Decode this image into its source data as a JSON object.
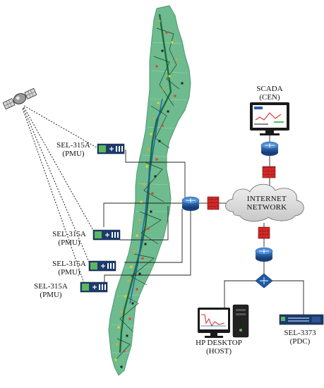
{
  "devices": {
    "pmu_1": {
      "model": "SEL-315A",
      "role": "(PMU)"
    },
    "pmu_2": {
      "model": "SEL-315A",
      "role": "(PMU)"
    },
    "pmu_3": {
      "model": "SEL-315A",
      "role": "(PMU)"
    },
    "pmu_4": {
      "model": "SEL-315A",
      "role": "(PMU)"
    },
    "scada": {
      "line1": "SCADA",
      "line2": "(CEN)"
    },
    "internet": {
      "line1": "INTERNET",
      "line2": "NETWORK"
    },
    "host": {
      "line1": "HP DESKTOP",
      "line2": "(HOST)"
    },
    "pdc": {
      "line1": "SEL-3373",
      "line2": "(PDC)"
    }
  },
  "colors": {
    "map_fill": "#6dbb8e",
    "map_dark": "#1e6b3f",
    "river": "#1f5fb0",
    "router": "#1e5aa8",
    "firewall": "#cc2222",
    "cloud": "#dcdcdc",
    "pmu_body": "#1d3a6b",
    "pmu_screen": "#5cb85c"
  },
  "icons": {
    "satellite": "satellite-icon",
    "router": "router-icon",
    "firewall": "firewall-icon",
    "cloud": "cloud-icon",
    "monitor": "monitor-icon",
    "switch": "switch-icon",
    "server": "rack-server-icon",
    "pmu": "pmu-device-icon"
  }
}
